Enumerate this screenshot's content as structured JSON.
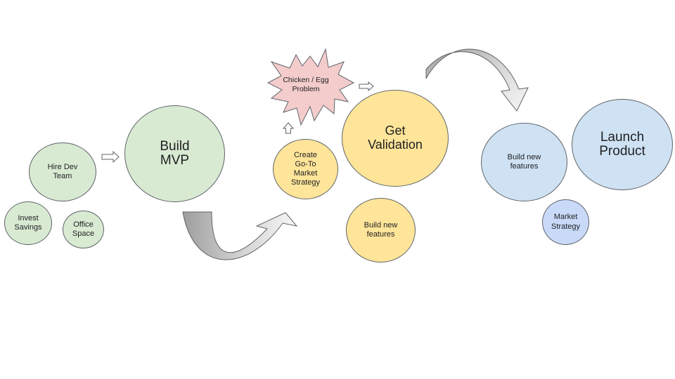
{
  "nodes": {
    "hire_dev_team": "Hire Dev\nTeam",
    "invest_savings": "Invest\nSavings",
    "office_space": "Office\nSpace",
    "build_mvp": "Build\nMVP",
    "chicken_egg": "Chicken / Egg\nProblem",
    "create_gtm": "Create\nGo-To\nMarket\nStrategy",
    "get_validation": "Get\nValidation",
    "build_new_features_1": "Build new\nfeatures",
    "build_new_features_2": "Build new\nfeatures",
    "market_strategy": "Market\nStrategy",
    "launch_product": "Launch\nProduct"
  },
  "colors": {
    "green": "#d9ead3",
    "yellow": "#ffe599",
    "blue": "#cfe2f3",
    "periwinkle": "#c9daf8",
    "burst": "#f4cccc",
    "arrow_fill": "#ebebeb",
    "outline": "#5f6368"
  },
  "icons": [
    "right-arrow-icon",
    "up-arrow-icon",
    "curved-arrow-icon",
    "star-burst-icon"
  ]
}
